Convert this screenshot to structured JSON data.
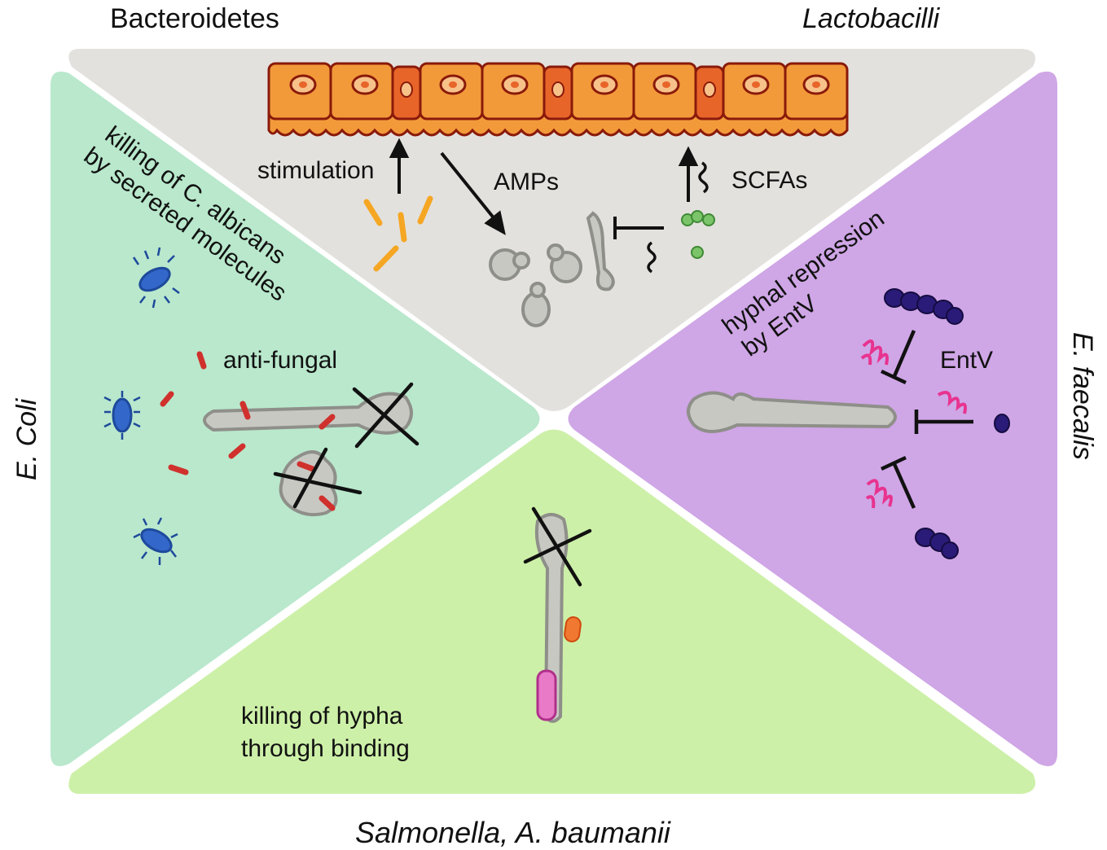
{
  "groups": {
    "top_left": "Bacteroidetes",
    "top_right": "Lactobacilli",
    "left": "E. Coli",
    "right": "E. faecalis",
    "bottom_1": "Salmonella",
    "bottom_2": ", A. baumanii"
  },
  "labels": {
    "stimulation": "stimulation",
    "amps": "AMPs",
    "scfas": "SCFAs",
    "killing_secreted_1": "killing of C. albicans",
    "killing_secreted_2": "by secreted molecules",
    "anti_fungal": "anti-fungal",
    "hyphal_repression_1": "hyphal repression",
    "hyphal_repression_2": "by EntV",
    "entv": "EntV",
    "killing_hypha_1": "killing of hypha",
    "killing_hypha_2": "through binding"
  },
  "colors": {
    "top_panel": "#e3e1dd",
    "left_panel": "#b9e8cc",
    "right_panel": "#cfa6e6",
    "bottom_panel": "#cdf0a8",
    "epithelium": "#f29a3a",
    "fungus": "#c8c8c3",
    "bacteroidetes": "#f5a623",
    "lactobacilli": "#7cc46a",
    "e_coli": "#3367c9",
    "anti_fungal": "#d0312d",
    "e_faecalis": "#2b1b78",
    "entv": "#e8338f"
  }
}
